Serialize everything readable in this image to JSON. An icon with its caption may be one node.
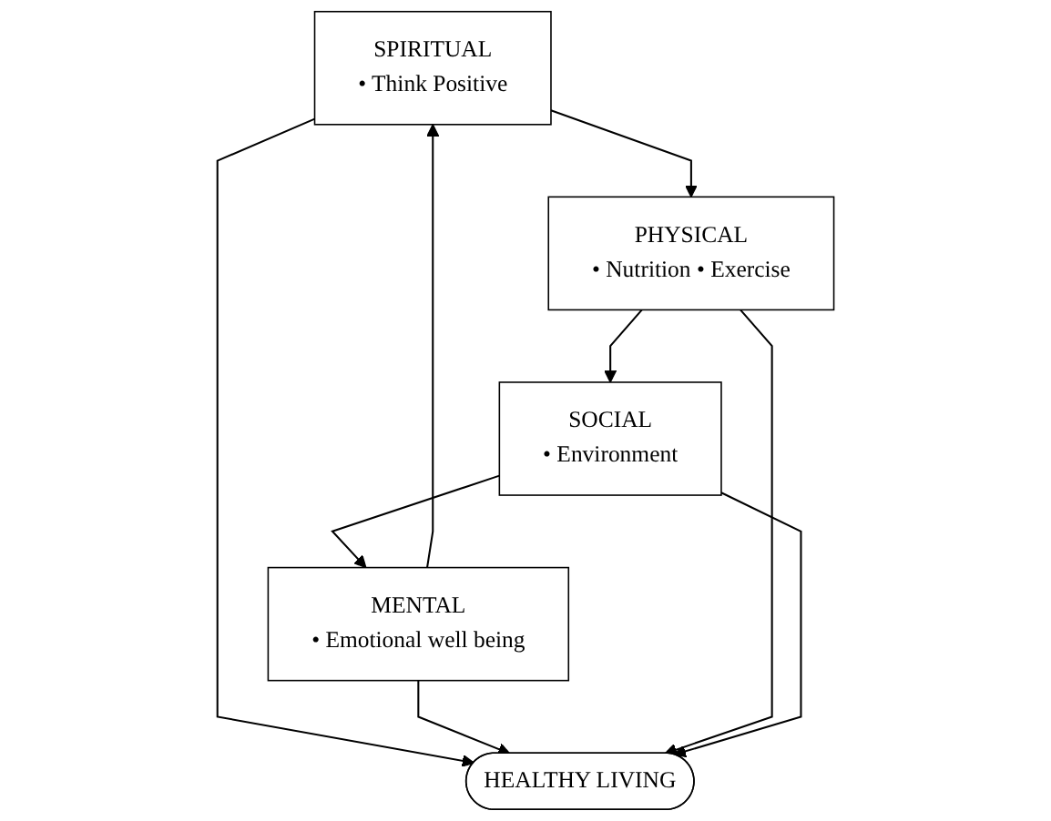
{
  "diagram": {
    "nodes": [
      {
        "text": [
          "SPIRITUAL",
          "• Think Positive"
        ]
      },
      {
        "text": [
          "MENTAL",
          "• Emotional well being"
        ]
      },
      {
        "text": [
          "HEALTHY LIVING"
        ]
      },
      {
        "text": [
          "PHYSICAL",
          "• Nutrition • Exercise"
        ]
      },
      {
        "text": [
          "SOCIAL",
          "• Environment"
        ]
      }
    ],
    "edges": [
      {
        "from": 1,
        "to": 0,
        "arrow": "to"
      },
      {
        "from": 0,
        "to": 3,
        "arrow": "to"
      },
      {
        "from": 3,
        "to": 4,
        "arrow": "to"
      },
      {
        "from": 4,
        "to": 1,
        "arrow": "to"
      },
      {
        "from": 0,
        "to": 2,
        "arrow": "to"
      },
      {
        "from": 1,
        "to": 2,
        "arrow": "to"
      },
      {
        "from": 3,
        "to": 2,
        "arrow": "to"
      },
      {
        "from": 4,
        "to": 2,
        "arrow": "to"
      }
    ]
  }
}
